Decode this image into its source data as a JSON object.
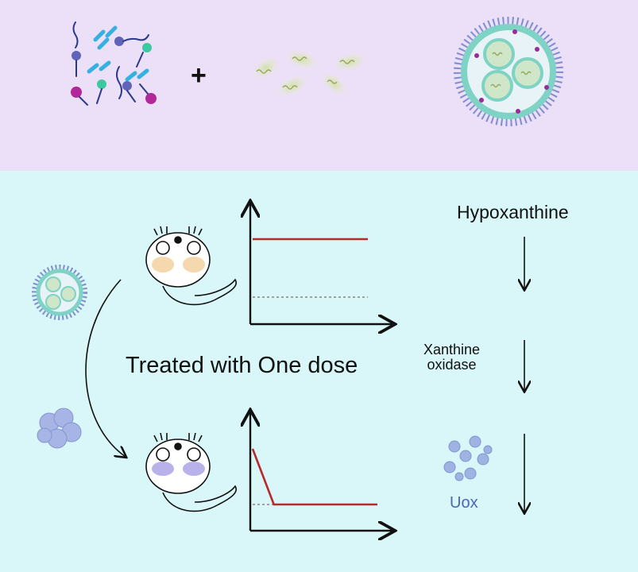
{
  "top": {
    "plus_sign": "+"
  },
  "bottom": {
    "treatment_text": "Treated with One dose",
    "pathway": {
      "substrate": "Hypoxanthine",
      "enzyme_line1": "Xanthine",
      "enzyme_line2": "oxidase",
      "uox_label": "Uox"
    }
  },
  "colors": {
    "top_background": "#ecdff8",
    "bottom_background": "#d9f6f8",
    "level_line": "#b52a2a",
    "baseline_dotted": "#a0a0a0",
    "uox_text": "#4a66b8",
    "liposome_shell": "#7fd3c4",
    "rod_fill": "#d7e5b0",
    "protein_blob": "#a6b4e6"
  },
  "chart_data": [
    {
      "type": "line",
      "title": "",
      "xlabel": "",
      "ylabel": "",
      "series": [
        {
          "values": [
            1,
            1
          ]
        },
        {
          "values": [
            0,
            0
          ]
        }
      ]
    },
    {
      "type": "line",
      "title": "",
      "xlabel": "",
      "ylabel": "",
      "series": [
        {
          "values": [
            1,
            0,
            0
          ]
        },
        {
          "values": [
            0,
            0
          ]
        }
      ]
    }
  ]
}
